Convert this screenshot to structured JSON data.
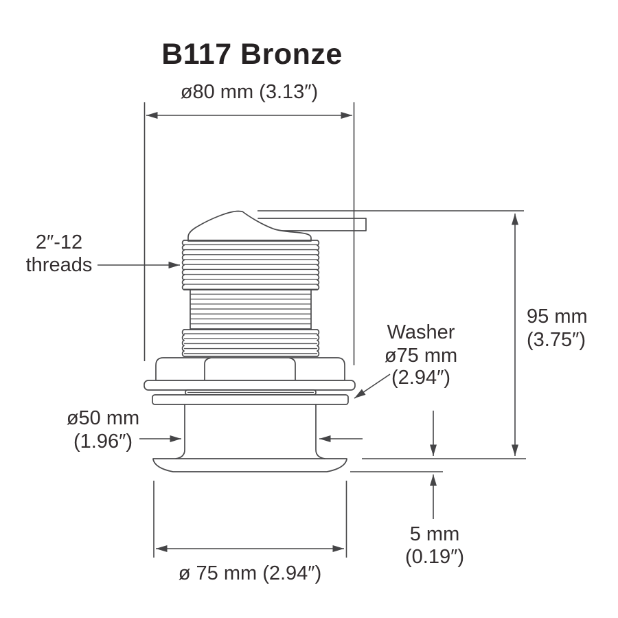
{
  "diagram": {
    "title": "B117 Bronze",
    "dim_top_width": "ø80 mm (3.13″)",
    "thread_label": {
      "line1": "2″-12",
      "line2": "threads"
    },
    "washer_label": {
      "line1": "Washer",
      "line2": "ø75 mm",
      "line3": "(2.94″)"
    },
    "height_label": {
      "line1": "95 mm",
      "line2": "(3.75″)"
    },
    "stem_label": {
      "line1": "ø50 mm",
      "line2": "(1.96″)"
    },
    "lip_label": {
      "line1": "5 mm",
      "line2": "(0.19″)"
    },
    "dim_bottom_width": "ø 75 mm (2.94″)",
    "colors": {
      "line": "#4a4a4c",
      "text": "#332e2f",
      "background": "#ffffff"
    }
  }
}
